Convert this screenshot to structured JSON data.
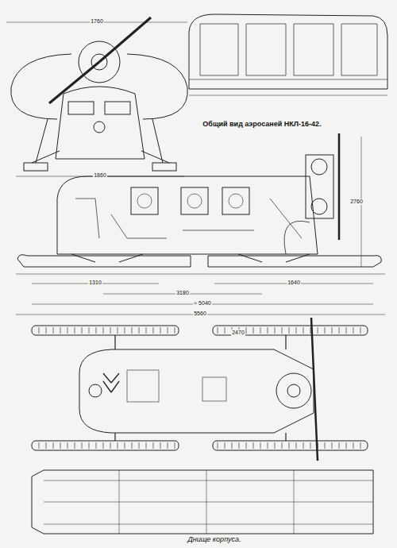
{
  "diagram": {
    "title": "Общий вид аэросаней НКЛ-16-42.",
    "caption": "Днище корпуса.",
    "labels": [
      "1760",
      "1860",
      "2760",
      "1310",
      "1640",
      "3180",
      "≈ 5040",
      "5560",
      "2470"
    ]
  }
}
